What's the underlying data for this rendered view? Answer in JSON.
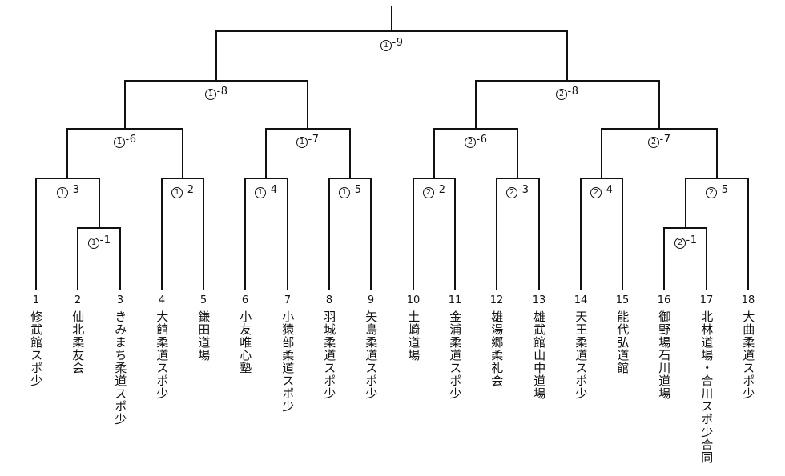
{
  "config": {
    "separator": "-",
    "line_color": "#111111",
    "background": "#ffffff"
  },
  "matches": [
    {
      "label": "①-1",
      "group": "1",
      "num": "1"
    },
    {
      "label": "①-2",
      "group": "1",
      "num": "2"
    },
    {
      "label": "①-3",
      "group": "1",
      "num": "3"
    },
    {
      "label": "①-4",
      "group": "1",
      "num": "4"
    },
    {
      "label": "①-5",
      "group": "1",
      "num": "5"
    },
    {
      "label": "①-6",
      "group": "1",
      "num": "6"
    },
    {
      "label": "①-7",
      "group": "1",
      "num": "7"
    },
    {
      "label": "①-8",
      "group": "1",
      "num": "8"
    },
    {
      "label": "①-9",
      "group": "1",
      "num": "9"
    },
    {
      "label": "②-1",
      "group": "2",
      "num": "1"
    },
    {
      "label": "②-2",
      "group": "2",
      "num": "2"
    },
    {
      "label": "②-3",
      "group": "2",
      "num": "3"
    },
    {
      "label": "②-4",
      "group": "2",
      "num": "4"
    },
    {
      "label": "②-5",
      "group": "2",
      "num": "5"
    },
    {
      "label": "②-6",
      "group": "2",
      "num": "6"
    },
    {
      "label": "②-7",
      "group": "2",
      "num": "7"
    },
    {
      "label": "②-8",
      "group": "2",
      "num": "8"
    }
  ],
  "teams": [
    {
      "seed": "1",
      "name": "修武館スポ少"
    },
    {
      "seed": "2",
      "name": "仙北柔友会"
    },
    {
      "seed": "3",
      "name": "きみまち柔道スポ少"
    },
    {
      "seed": "4",
      "name": "大館柔道スポ少"
    },
    {
      "seed": "5",
      "name": "鎌田道場"
    },
    {
      "seed": "6",
      "name": "小友唯心塾"
    },
    {
      "seed": "7",
      "name": "小猿部柔道スポ少"
    },
    {
      "seed": "8",
      "name": "羽城柔道スポ少"
    },
    {
      "seed": "9",
      "name": "矢島柔道スポ少"
    },
    {
      "seed": "10",
      "name": "土崎道場"
    },
    {
      "seed": "11",
      "name": "金浦柔道スポ少"
    },
    {
      "seed": "12",
      "name": "雄湯郷柔礼会"
    },
    {
      "seed": "13",
      "name": "雄武館山中道場"
    },
    {
      "seed": "14",
      "name": "天王柔道スポ少"
    },
    {
      "seed": "15",
      "name": "能代弘道館"
    },
    {
      "seed": "16",
      "name": "御野場石川道場"
    },
    {
      "seed": "17",
      "name": "北林道場・合川スポ少合同"
    },
    {
      "seed": "18",
      "name": "大曲柔道スポ少"
    }
  ]
}
